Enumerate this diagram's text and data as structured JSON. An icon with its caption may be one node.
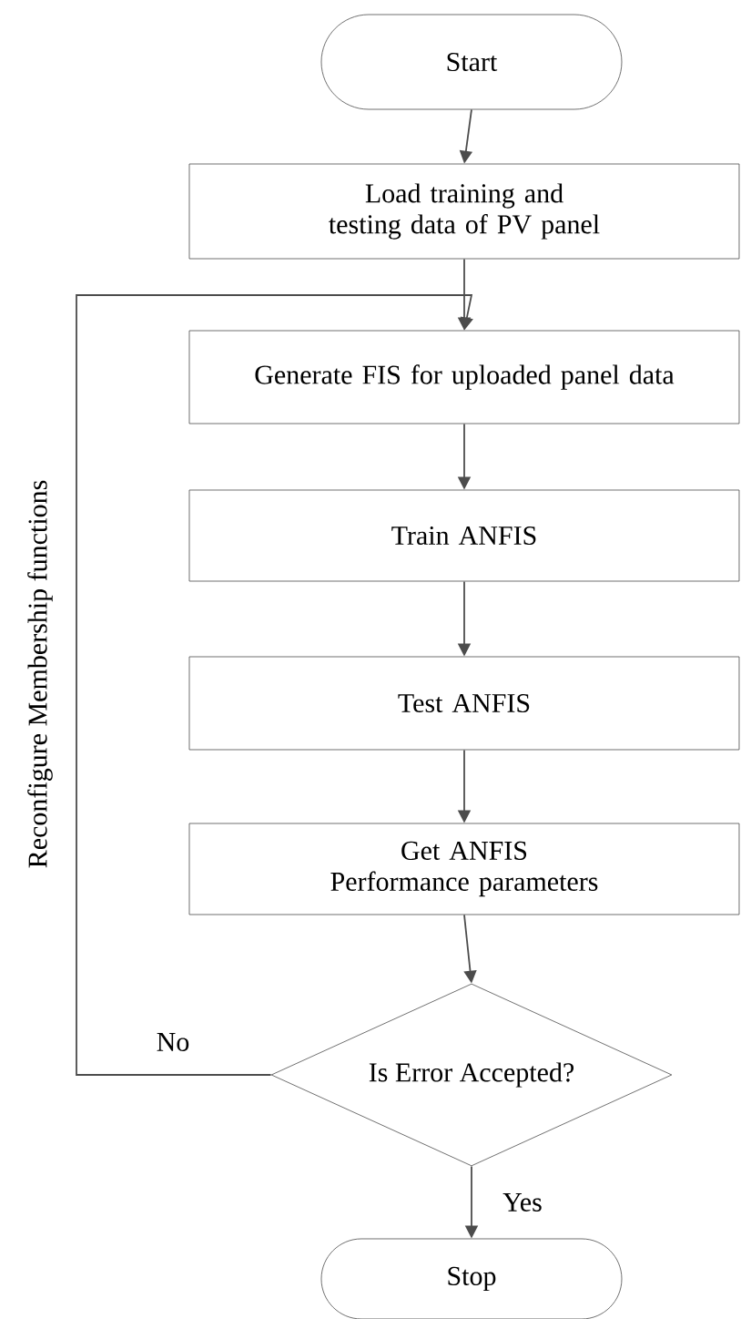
{
  "diagram": {
    "nodes": [
      {
        "text": [
          "Start"
        ]
      },
      {
        "text": [
          "Load training and testing data of PV panel"
        ]
      },
      {
        "text": [
          "Generate FIS for uploaded panel data"
        ]
      },
      {
        "text": [
          "Train ANFIS"
        ]
      },
      {
        "text": [
          "Test ANFIS"
        ]
      },
      {
        "text": [
          "Get ANFIS Performance parameters"
        ]
      },
      {
        "text": [
          "Is Error Accepted?"
        ]
      },
      {
        "text": [
          "Stop"
        ]
      }
    ],
    "edges": [
      {
        "from": 0,
        "to": 1,
        "arrow": "to"
      },
      {
        "from": 1,
        "to": 2,
        "arrow": "to"
      },
      {
        "from": 2,
        "to": 3,
        "arrow": "to"
      },
      {
        "from": 3,
        "to": 4,
        "arrow": "to"
      },
      {
        "from": 4,
        "to": 5,
        "arrow": "to"
      },
      {
        "from": 5,
        "to": 6,
        "arrow": "to"
      },
      {
        "from": 6,
        "to": 7,
        "label": "Yes",
        "arrow": "to"
      },
      {
        "from": 6,
        "to": 2,
        "label": "No",
        "arrow": "to"
      }
    ],
    "labels": [
      "Reconfigure Membership functions"
    ]
  }
}
